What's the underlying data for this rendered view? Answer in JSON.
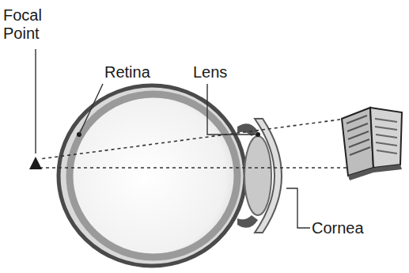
{
  "diagram": {
    "labels": [
      "Focal Point",
      "Retina",
      "Lens",
      "Cornea"
    ]
  }
}
